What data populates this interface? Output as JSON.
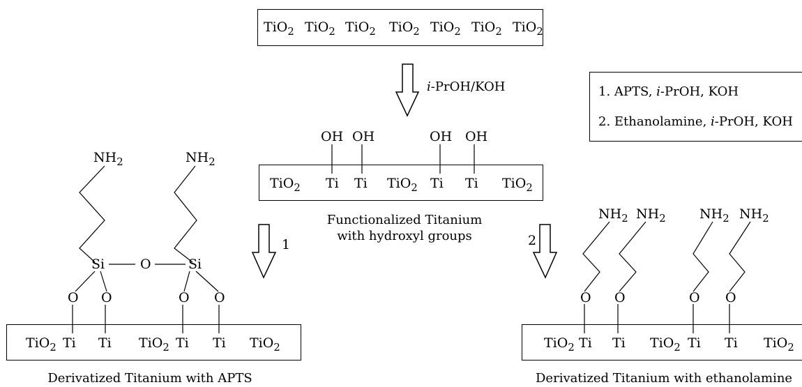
{
  "top_box": {
    "formulas": [
      "TiO2",
      "TiO2",
      "TiO2",
      "TiO2",
      "TiO2",
      "TiO2",
      "TiO2"
    ]
  },
  "reagent_step0": {
    "prefix": "i",
    "rest": "-PrOH/KOH"
  },
  "legend": {
    "line1_a": "1. APTS, ",
    "line1_i": "i",
    "line1_b": "-PrOH, KOH",
    "line2_a": "2. Ethanolamine, ",
    "line2_i": "i",
    "line2_b": "-PrOH, KOH"
  },
  "middle": {
    "oh_labels": [
      "OH",
      "OH",
      "OH",
      "OH"
    ],
    "surface": [
      "TiO2",
      "Ti",
      "Ti",
      "TiO2",
      "Ti",
      "Ti",
      "TiO2"
    ],
    "caption_line1": "Functionalized Titanium",
    "caption_line2": "with hydroxyl groups"
  },
  "left": {
    "nh2_labels": [
      "NH2",
      "NH2"
    ],
    "si_labels": [
      "Si",
      "Si"
    ],
    "bridge_o": "O",
    "o_labels": [
      "O",
      "O",
      "O",
      "O"
    ],
    "surface": [
      "TiO2",
      "Ti",
      "Ti",
      "TiO2",
      "Ti",
      "Ti",
      "TiO2"
    ],
    "arrow_label": "1",
    "caption": "Derivatized Titanium with APTS"
  },
  "right": {
    "nh2_labels": [
      "NH2",
      "NH2",
      "NH2",
      "NH2"
    ],
    "o_labels": [
      "O",
      "O",
      "O",
      "O"
    ],
    "surface": [
      "TiO2",
      "Ti",
      "Ti",
      "TiO2",
      "Ti",
      "Ti",
      "TiO2"
    ],
    "arrow_label": "2",
    "caption": "Derivatized Titanium with ethanolamine"
  }
}
